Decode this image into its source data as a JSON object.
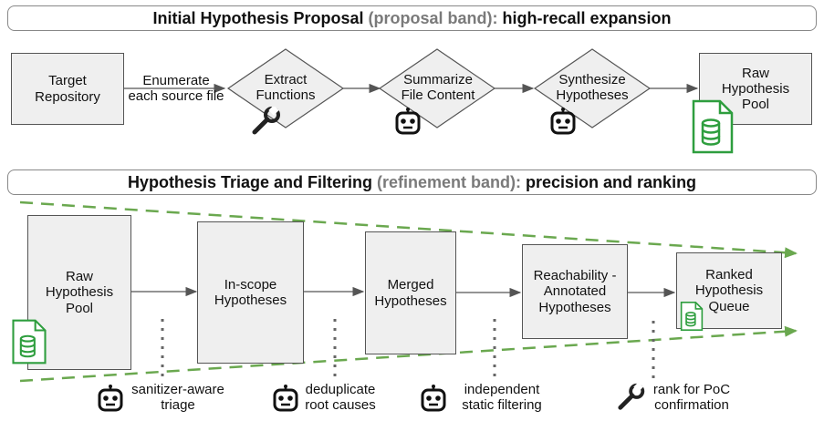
{
  "top_band": {
    "title_bold_1": "Initial Hypothesis Proposal",
    "title_muted": "(proposal band):",
    "title_bold_2": "high-recall expansion",
    "target_repository": "Target Repository",
    "enumerate_label_line1": "Enumerate",
    "enumerate_label_line2": "each source file",
    "extract_functions": "Extract Functions",
    "summarize_file_content": "Summarize File Content",
    "synthesize_hypotheses": "Synthesize Hypotheses",
    "raw_pool": "Raw Hypothesis Pool"
  },
  "bottom_band": {
    "title_bold_1": "Hypothesis Triage and Filtering",
    "title_muted": "(refinement band):",
    "title_bold_2": "precision and ranking",
    "raw_pool": "Raw Hypothesis Pool",
    "in_scope": "In-scope Hypotheses",
    "merged": "Merged Hypotheses",
    "reachability": "Reachability -Annotated Hypotheses",
    "ranked_queue": "Ranked Hypothesis Queue",
    "step1_line1": "sanitizer-aware",
    "step1_line2": "triage",
    "step2_line1": "deduplicate",
    "step2_line2": "root causes",
    "step3_line1": "independent",
    "step3_line2": "static filtering",
    "step4_line1": "rank for PoC",
    "step4_line2": "confirmation"
  },
  "colors": {
    "funnel_green": "#6aa84f",
    "db_green": "#2e9e3e",
    "box_fill": "#efefef",
    "muted_text": "#7a7a7a"
  },
  "icons": {
    "robot": "robot-icon",
    "wrench": "wrench-icon",
    "database": "database-file-icon"
  }
}
